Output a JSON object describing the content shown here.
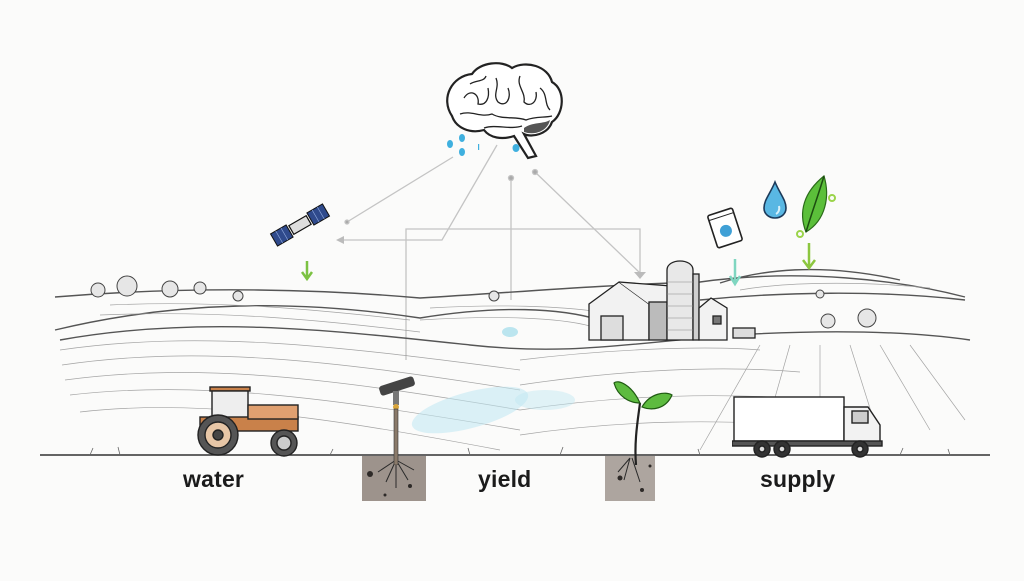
{
  "illustration": {
    "theme": "AI-driven smart agriculture sketch",
    "hub": {
      "icon": "brain-icon"
    },
    "inputs": [
      {
        "icon": "satellite-icon",
        "arrow_color": "#7cc242"
      },
      {
        "icon": "fertilizer-bag-icon",
        "arrow_color": "#7fd6c0"
      },
      {
        "icon": "water-drop-icon",
        "color": "#4fb3e0"
      },
      {
        "icon": "leaf-icon",
        "arrow_color": "#8cc63f"
      }
    ],
    "scene_objects": [
      "tractor",
      "soil-sensor",
      "barn",
      "silo",
      "seedling",
      "delivery-truck"
    ]
  },
  "labels": {
    "water": "water",
    "yield": "yield",
    "supply": "supply"
  },
  "colors": {
    "background": "#fbfbfa",
    "sketch_line": "#555555",
    "connector_line": "#c4c4c4",
    "accent_blue": "#3fb0df",
    "accent_green": "#6cbf3c",
    "accent_teal": "#7fd6c0",
    "tractor_orange": "#c9814a",
    "soil": "#8a7e74"
  }
}
